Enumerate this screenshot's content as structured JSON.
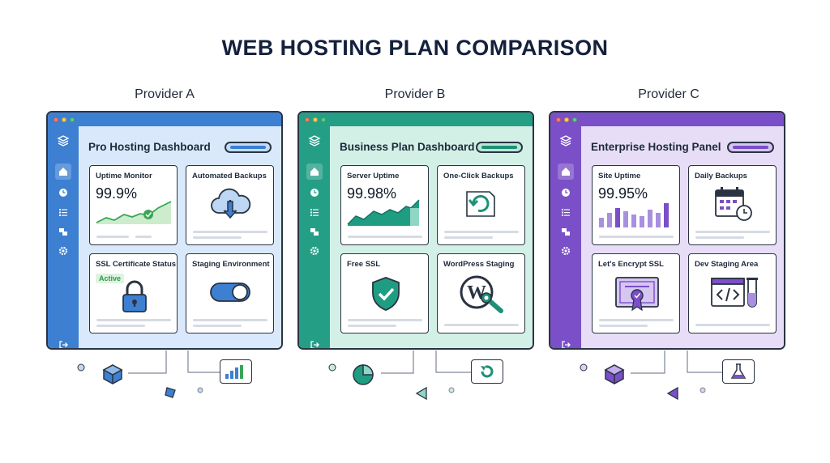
{
  "page": {
    "title": "WEB HOSTING PLAN COMPARISON"
  },
  "providers": [
    {
      "label": "Provider A",
      "panel_title": "Pro Hosting Dashboard",
      "colors": {
        "sidebar": "#3d7fd1",
        "content": "#d9e9fb",
        "titlebar": "#3d7fd1",
        "accent": "#3d7fd1",
        "pill": "#c3dcf7"
      },
      "cards": [
        {
          "title": "Uptime Monitor",
          "value": "99.9%"
        },
        {
          "title": "Automated Backups"
        },
        {
          "title": "SSL Certificate Status",
          "badge": "Active"
        },
        {
          "title": "Staging Environment"
        }
      ]
    },
    {
      "label": "Provider B",
      "panel_title": "Business Plan Dashboard",
      "colors": {
        "sidebar": "#259e86",
        "content": "#d3f0e6",
        "titlebar": "#259e86",
        "accent": "#1f8f78",
        "pill": "#b9e7d6"
      },
      "cards": [
        {
          "title": "Server Uptime",
          "value": "99.98%"
        },
        {
          "title": "One-Click Backups"
        },
        {
          "title": "Free SSL"
        },
        {
          "title": "WordPress Staging"
        }
      ]
    },
    {
      "label": "Provider C",
      "panel_title": "Enterprise Hosting Panel",
      "colors": {
        "sidebar": "#7a4fc7",
        "content": "#e7ddf7",
        "titlebar": "#7a4fc7",
        "accent": "#7a4fc7",
        "pill": "#d6c6f2"
      },
      "cards": [
        {
          "title": "Site Uptime",
          "value": "99.95%"
        },
        {
          "title": "Daily Backups"
        },
        {
          "title": "Let's Encrypt SSL"
        },
        {
          "title": "Dev Staging Area"
        }
      ]
    }
  ],
  "icons": {
    "sidebar": [
      "layers-icon",
      "home-icon",
      "clock-icon",
      "list-icon",
      "sites-icon",
      "gear-icon",
      "logout-icon"
    ],
    "cards": {
      "A": [
        "uptime-chart-icon",
        "cloud-download-icon",
        "lock-icon",
        "toggle-switch-icon"
      ],
      "B": [
        "uptime-area-chart-icon",
        "restore-icon",
        "shield-check-icon",
        "wordpress-wrench-icon"
      ],
      "C": [
        "uptime-bar-chart-icon",
        "calendar-clock-icon",
        "certificate-icon",
        "code-flask-icon"
      ]
    },
    "footer": {
      "A": [
        "cube-icon",
        "bar-chart-icon"
      ],
      "B": [
        "pie-chart-icon",
        "refresh-icon"
      ],
      "C": [
        "cube-icon",
        "flask-icon"
      ]
    }
  }
}
